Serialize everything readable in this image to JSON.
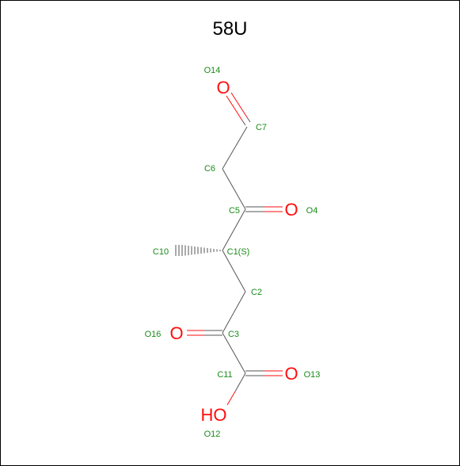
{
  "title": "58U",
  "colors": {
    "carbon_label": "#1a8c1a",
    "oxygen": "#ff0d0d",
    "bond": "#555555"
  },
  "labels": {
    "o14": "O14",
    "c7": "C7",
    "c6": "C6",
    "c5": "C5",
    "o4": "O4",
    "c10": "C10",
    "c1": "C1(S)",
    "c2": "C2",
    "o16": "O16",
    "c3": "C3",
    "c11": "C11",
    "o13": "O13",
    "o12": "O12"
  },
  "atoms": {
    "o14_symbol": "O",
    "o4_symbol": "O",
    "o16_symbol": "O",
    "o13_symbol": "O",
    "o12_symbol": "HO"
  }
}
